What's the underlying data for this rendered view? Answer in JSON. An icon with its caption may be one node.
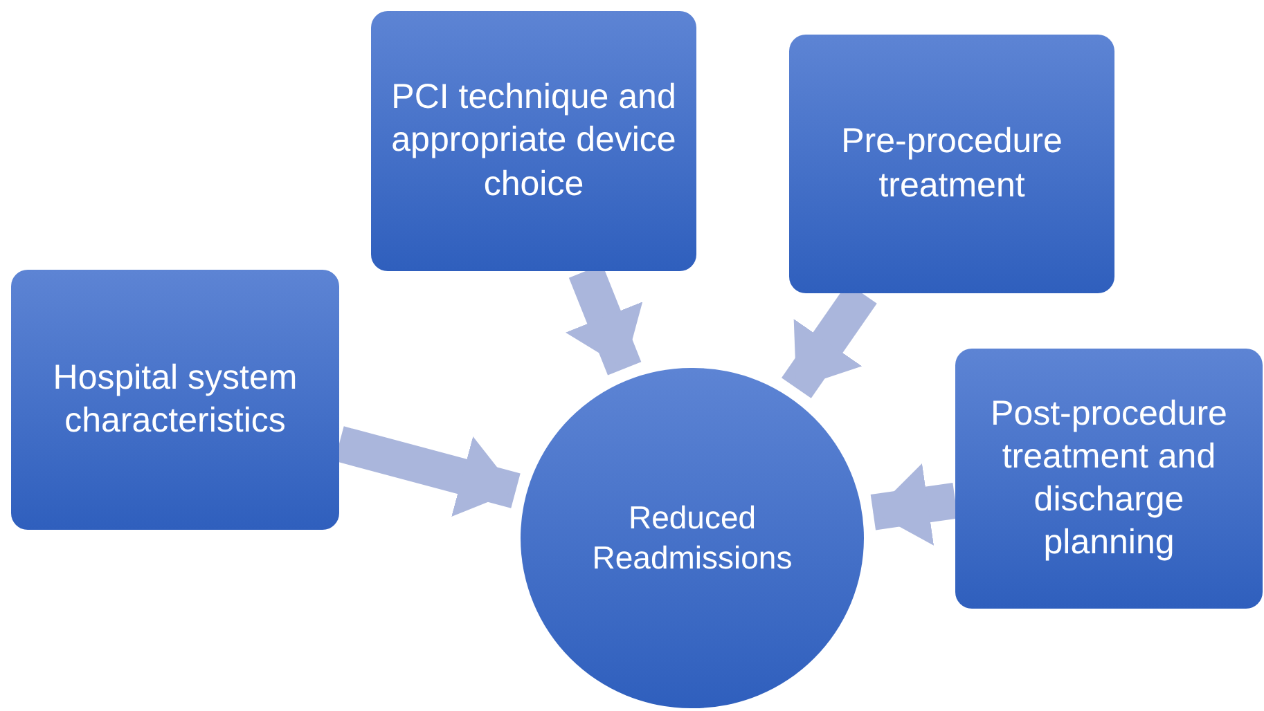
{
  "diagram": {
    "nodes": [
      {
        "text": [
          "Hospital system characteristics"
        ]
      },
      {
        "text": [
          "PCI technique and appropriate device choice"
        ]
      },
      {
        "text": [
          "Pre-procedure treatment"
        ]
      },
      {
        "text": [
          "Post-procedure treatment and discharge planning"
        ]
      },
      {
        "text": [
          "Reduced Readmissions"
        ]
      }
    ],
    "edges": [
      {
        "from": 0,
        "to": 4,
        "arrow": "to"
      },
      {
        "from": 1,
        "to": 4,
        "arrow": "to"
      },
      {
        "from": 2,
        "to": 4,
        "arrow": "to"
      },
      {
        "from": 3,
        "to": 4,
        "arrow": "to"
      }
    ]
  }
}
